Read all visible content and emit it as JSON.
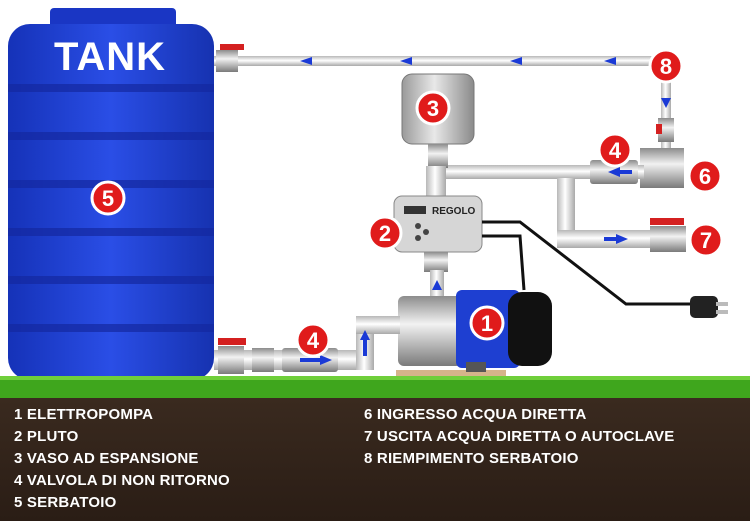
{
  "tank": {
    "label": "TANK"
  },
  "controller": {
    "brand": "REGOLO"
  },
  "badges": [
    "1",
    "2",
    "3",
    "4",
    "4",
    "5",
    "6",
    "7",
    "8"
  ],
  "legend": {
    "left": [
      "1 ELETTROPOMPA",
      "2 PLUTO",
      "3 VASO AD ESPANSIONE",
      "4 VALVOLA DI NON RITORNO",
      "5 SERBATOIO"
    ],
    "right": [
      "6 INGRESSO ACQUA DIRETTA",
      "7 USCITA ACQUA DIRETTA O AUTOCLAVE",
      "8 RIEMPIMENTO SERBATOIO"
    ]
  },
  "colors": {
    "tank_blue": "#1e3fd1",
    "badge_red": "#e01b1b",
    "pipe": "#e6e6e6",
    "arrow_blue": "#1a3ad6",
    "valve_red": "#d42020",
    "soil": "#2e2018",
    "grass": "#3fa61d"
  }
}
